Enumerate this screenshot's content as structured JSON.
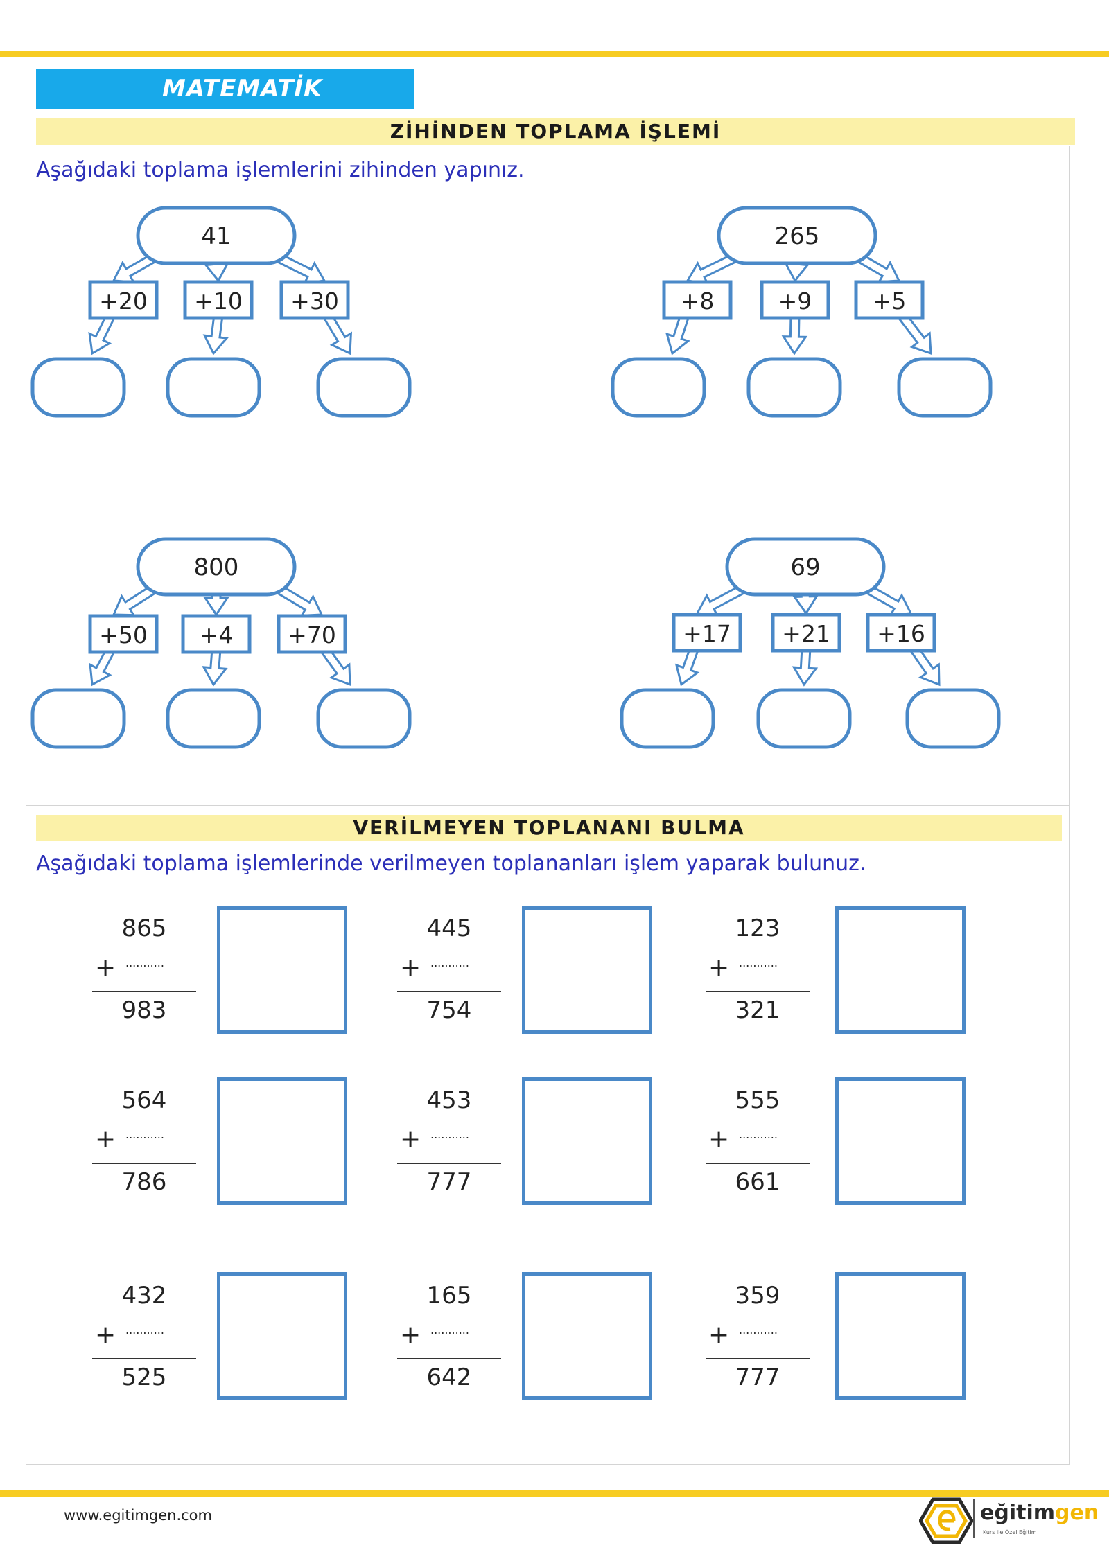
{
  "header": {
    "subject": "MATEMATİK",
    "section1_title": "ZİHİNDEN TOPLAMA İŞLEMİ",
    "section2_title": "VERİLMEYEN TOPLANANI BULMA"
  },
  "section1": {
    "instruction": "Aşağıdaki toplama işlemlerini zihinden yapınız.",
    "trees": [
      {
        "root": "41",
        "ops": [
          "+20",
          "+10",
          "+30"
        ]
      },
      {
        "root": "265",
        "ops": [
          "+8",
          "+9",
          "+5"
        ]
      },
      {
        "root": "800",
        "ops": [
          "+50",
          "+4",
          "+70"
        ]
      },
      {
        "root": "69",
        "ops": [
          "+17",
          "+21",
          "+16"
        ]
      }
    ]
  },
  "section2": {
    "instruction": "Aşağıdaki toplama işlemlerinde verilmeyen toplananları işlem yaparak bulunuz.",
    "plus_sign": "+",
    "blank": "...........",
    "problems": [
      {
        "top": "865",
        "result": "983"
      },
      {
        "top": "445",
        "result": "754"
      },
      {
        "top": "123",
        "result": "321"
      },
      {
        "top": "564",
        "result": "786"
      },
      {
        "top": "453",
        "result": "777"
      },
      {
        "top": "555",
        "result": "661"
      },
      {
        "top": "432",
        "result": "525"
      },
      {
        "top": "165",
        "result": "642"
      },
      {
        "top": "359",
        "result": "777"
      }
    ]
  },
  "footer": {
    "website": "www.egitimgen.com",
    "logo_part1": "eğitim",
    "logo_part2": "gen",
    "logo_tagline": "Kurs ile Özel Eğitim"
  },
  "colors": {
    "accent_yellow": "#f7cc22",
    "banner_blue": "#18a9ea",
    "title_bar": "#fbf1a8",
    "diagram_blue": "#4a89c8",
    "instruction_text": "#2b2fb8"
  },
  "icons": [
    "logo-hexagon-icon"
  ]
}
